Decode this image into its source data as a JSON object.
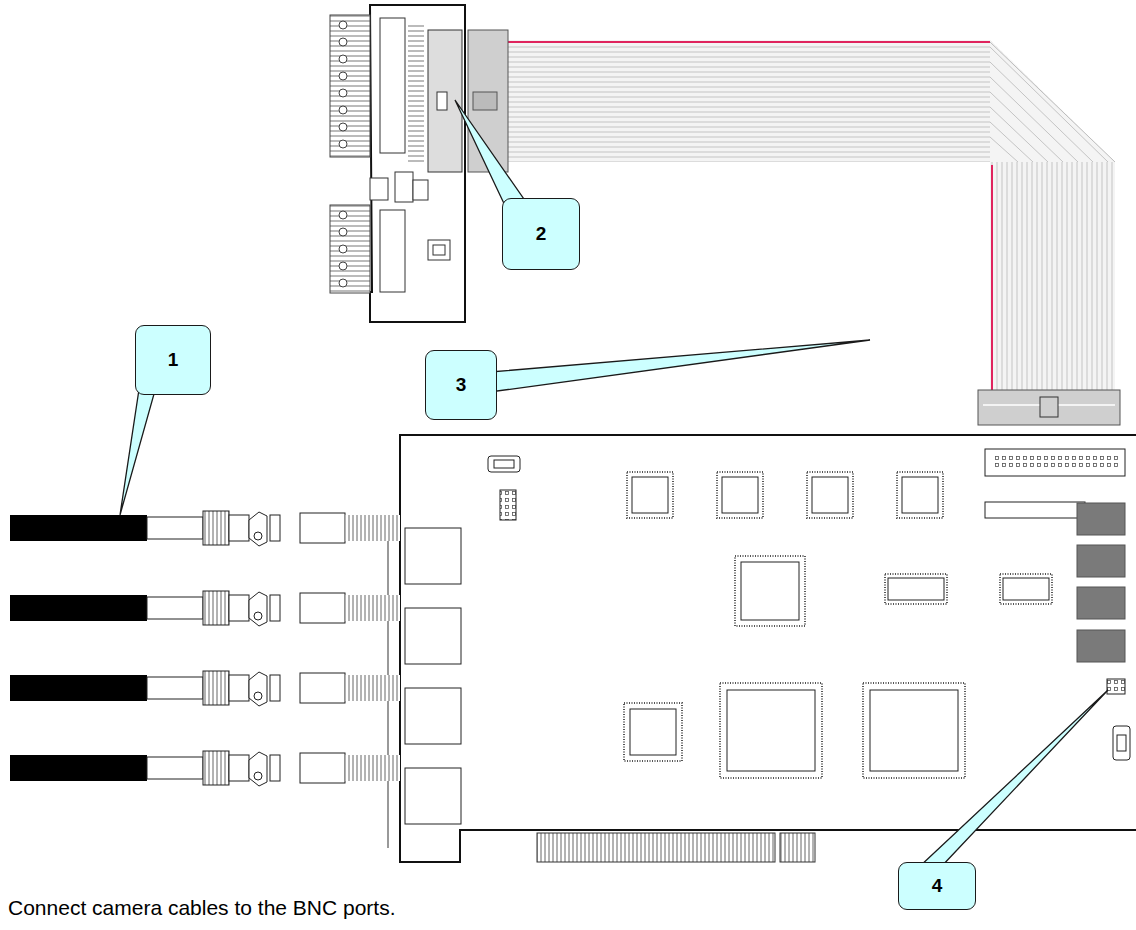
{
  "diagram": {
    "nodes": [
      {
        "text": [
          "2"
        ]
      },
      {
        "text": [
          "1"
        ]
      },
      {
        "text": [
          "3"
        ]
      },
      {
        "text": [
          "4"
        ]
      }
    ],
    "labels": [
      "Connect camera cables to the BNC ports."
    ]
  }
}
